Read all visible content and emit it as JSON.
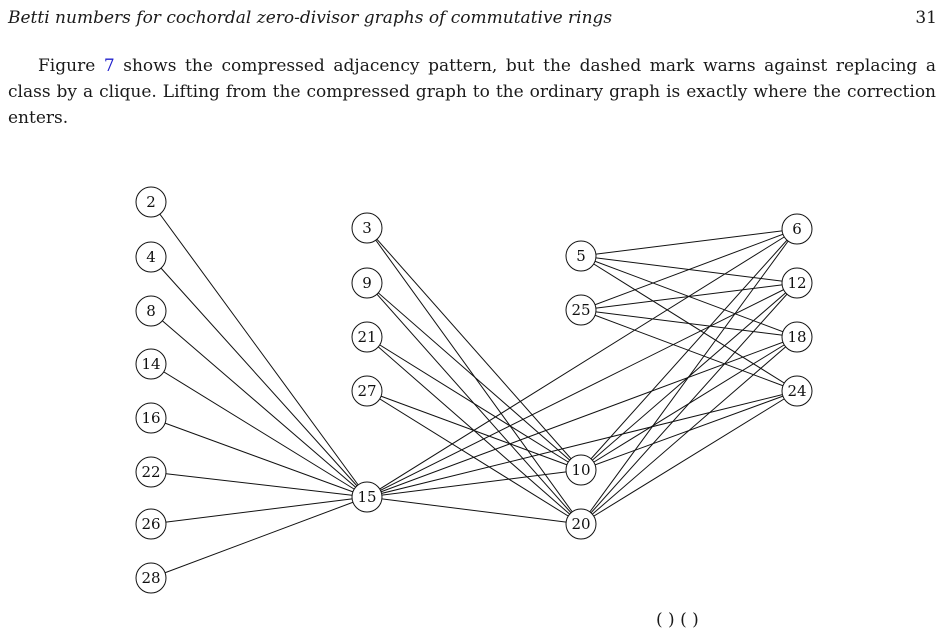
{
  "header": {
    "running_title": "Betti numbers for cochordal zero-divisor graphs of commutative rings",
    "page_number": "31"
  },
  "paragraph": {
    "before_ref": "Figure ",
    "ref": "7",
    "after_ref": " shows the compressed adjacency pattern, but the dashed mark warns against replacing a class by a clique. Lifting from the compressed graph to the ordinary graph is exactly where the correction enters."
  },
  "figure": {
    "nodes": [
      {
        "id": "2",
        "label": "2"
      },
      {
        "id": "4",
        "label": "4"
      },
      {
        "id": "8",
        "label": "8"
      },
      {
        "id": "14",
        "label": "14"
      },
      {
        "id": "16",
        "label": "16"
      },
      {
        "id": "22",
        "label": "22"
      },
      {
        "id": "26",
        "label": "26"
      },
      {
        "id": "28",
        "label": "28"
      },
      {
        "id": "3",
        "label": "3"
      },
      {
        "id": "9",
        "label": "9"
      },
      {
        "id": "21",
        "label": "21"
      },
      {
        "id": "27",
        "label": "27"
      },
      {
        "id": "15",
        "label": "15"
      },
      {
        "id": "5",
        "label": "5"
      },
      {
        "id": "25",
        "label": "25"
      },
      {
        "id": "10",
        "label": "10"
      },
      {
        "id": "20",
        "label": "20"
      },
      {
        "id": "6",
        "label": "6"
      },
      {
        "id": "12",
        "label": "12"
      },
      {
        "id": "18",
        "label": "18"
      },
      {
        "id": "24",
        "label": "24"
      }
    ],
    "edges": [
      [
        "2",
        "15"
      ],
      [
        "4",
        "15"
      ],
      [
        "8",
        "15"
      ],
      [
        "14",
        "15"
      ],
      [
        "16",
        "15"
      ],
      [
        "22",
        "15"
      ],
      [
        "26",
        "15"
      ],
      [
        "28",
        "15"
      ],
      [
        "3",
        "10"
      ],
      [
        "3",
        "20"
      ],
      [
        "9",
        "10"
      ],
      [
        "9",
        "20"
      ],
      [
        "21",
        "10"
      ],
      [
        "21",
        "20"
      ],
      [
        "27",
        "10"
      ],
      [
        "27",
        "20"
      ],
      [
        "15",
        "6"
      ],
      [
        "15",
        "12"
      ],
      [
        "15",
        "18"
      ],
      [
        "15",
        "24"
      ],
      [
        "15",
        "10"
      ],
      [
        "15",
        "20"
      ],
      [
        "5",
        "6"
      ],
      [
        "5",
        "12"
      ],
      [
        "5",
        "18"
      ],
      [
        "5",
        "24"
      ],
      [
        "25",
        "6"
      ],
      [
        "25",
        "12"
      ],
      [
        "25",
        "18"
      ],
      [
        "25",
        "24"
      ],
      [
        "10",
        "6"
      ],
      [
        "10",
        "12"
      ],
      [
        "10",
        "18"
      ],
      [
        "10",
        "24"
      ],
      [
        "20",
        "6"
      ],
      [
        "20",
        "12"
      ],
      [
        "20",
        "18"
      ],
      [
        "20",
        "24"
      ]
    ]
  },
  "caption_fragment": "( ) ( )"
}
